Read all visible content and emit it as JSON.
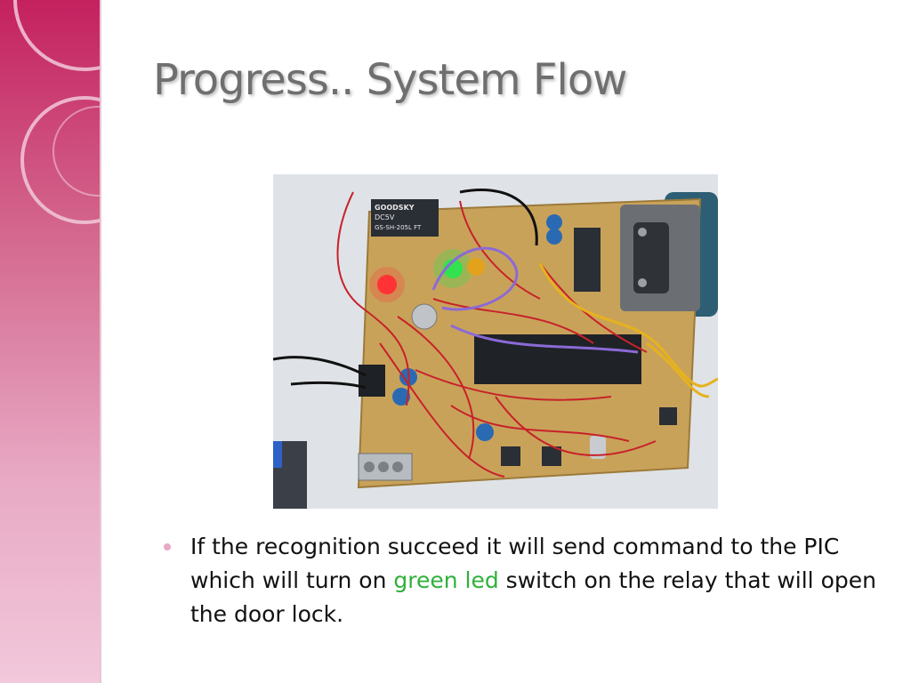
{
  "slide": {
    "title": "Progress.. System Flow",
    "bullet": {
      "before": "If the recognition succeed it will send command to the PIC which will turn on ",
      "highlight": "green led",
      "after": " switch on the relay that will open the door lock."
    },
    "relay_label": {
      "brand": "GOODSKY",
      "voltage": "DC5V",
      "model": "GS-SH-205L FT"
    }
  },
  "colors": {
    "accent": "#c4215f",
    "highlight": "#2fb13a",
    "title": "#6f6f6f",
    "bullet_dot": "#e7a9c3"
  }
}
